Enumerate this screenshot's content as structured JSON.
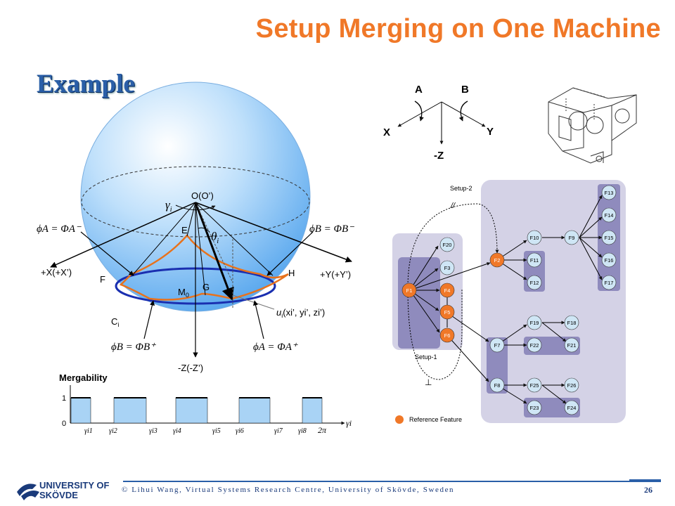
{
  "slide": {
    "title": "Setup Merging on One Machine",
    "example_label": "Example"
  },
  "sphere": {
    "origin": "O(O’)",
    "gamma": "γ",
    "gamma_sub": "i",
    "theta": "θ",
    "theta_sub": "i",
    "phi_a_minus": "ϕA = ΦA⁻",
    "phi_b_minus": "ϕB = ΦB⁻",
    "phi_b_plus": "ϕB = ΦB⁺",
    "phi_a_plus": "ϕA = ΦA⁺",
    "x_axis": "+X(+X’)",
    "y_axis": "+Y(+Y’)",
    "z_axis": "-Z(-Z’)",
    "E": "E",
    "F": "F",
    "G": "G",
    "H": "H",
    "M0": "M",
    "M0_sub": "0",
    "Ci": "C",
    "Ci_sub": "i",
    "point": "u",
    "point_sub": "i",
    "point_coords": "(xi’, yi’, zi’)"
  },
  "mergeability": {
    "title": "Mergability",
    "y1": "1",
    "y0": "0",
    "x_ticks": [
      "γi1",
      "γi2",
      "γi3",
      "γi4",
      "γi5",
      "γi6",
      "γi7",
      "γi8",
      "2π"
    ],
    "x_axis": "γi"
  },
  "axes": {
    "A": "A",
    "B": "B",
    "X": "X",
    "Y": "Y",
    "Z": "-Z"
  },
  "graph": {
    "setup1": "Setup-1",
    "setup2": "Setup-2",
    "parallel": "//",
    "perpendicular": "⊥",
    "legend": "Reference Feature",
    "nodes": {
      "F1": "F1",
      "F2": "F2",
      "F3": "F3",
      "F4": "F4",
      "F5": "F5",
      "F6": "F6",
      "F7": "F7",
      "F8": "F8",
      "F9": "F9",
      "F10": "F10",
      "F11": "F11",
      "F12": "F12",
      "F13": "F13",
      "F14": "F14",
      "F15": "F15",
      "F16": "F16",
      "F17": "F17",
      "F18": "F18",
      "F19": "F19",
      "F20": "F20",
      "F21": "F21",
      "F22": "F22",
      "F23": "F23",
      "F24": "F24",
      "F25": "F25",
      "F26": "F26"
    }
  },
  "footer": {
    "university_line1": "UNIVERSITY OF",
    "university_line2": "SKÖVDE",
    "copyright": "© Lihui Wang, Virtual Systems Research Centre, University of Skövde, Sweden",
    "page": "26"
  },
  "colors": {
    "title": "#f07828",
    "reference": "#f07828",
    "node": "#cfe6f5",
    "setup_bg": "#d4d2e6",
    "group_bg": "#8f8bbd"
  }
}
